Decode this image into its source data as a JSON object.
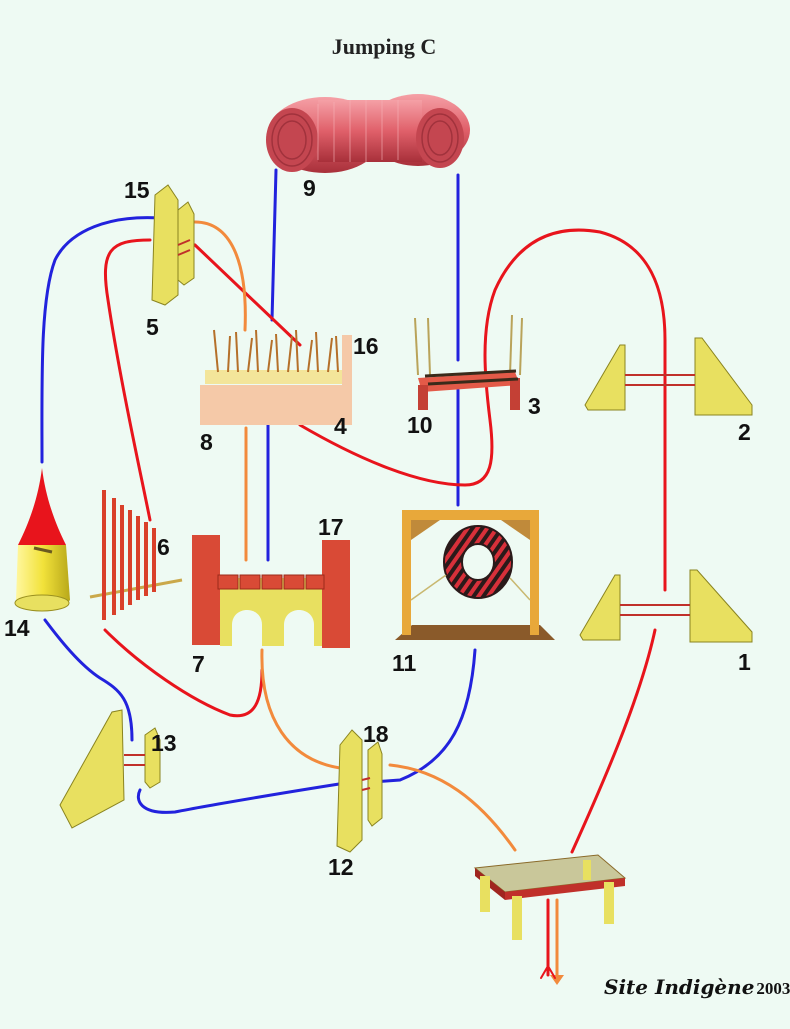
{
  "title": "Jumping C",
  "obstacle_numbers": {
    "n1": "1",
    "n2": "2",
    "n3": "3",
    "n4": "4",
    "n5": "5",
    "n6": "6",
    "n7": "7",
    "n8": "8",
    "n9": "9",
    "n10": "10",
    "n11": "11",
    "n12": "12",
    "n13": "13",
    "n14": "14",
    "n15": "15",
    "n16": "16",
    "n17": "17",
    "n18": "18"
  },
  "credit": {
    "name": "Site Indigène",
    "year": "2003"
  },
  "colors": {
    "background": "#eefaf3",
    "route_red": "#e8141c",
    "route_blue": "#2222dd",
    "route_orange": "#f28a3c",
    "jump_wood": "#e8e060",
    "tunnel": "#e0606a",
    "wall": "#d94a36",
    "table_top": "#c9c79a"
  },
  "icons": [
    "double-bar-jump-icon",
    "tunnel-icon",
    "dog-walk-icon",
    "tyre-jump-icon",
    "brush-jump-icon",
    "wall-jump-icon",
    "weave-poles-icon",
    "chute-icon",
    "wing-jump-icon",
    "pause-table-icon"
  ]
}
